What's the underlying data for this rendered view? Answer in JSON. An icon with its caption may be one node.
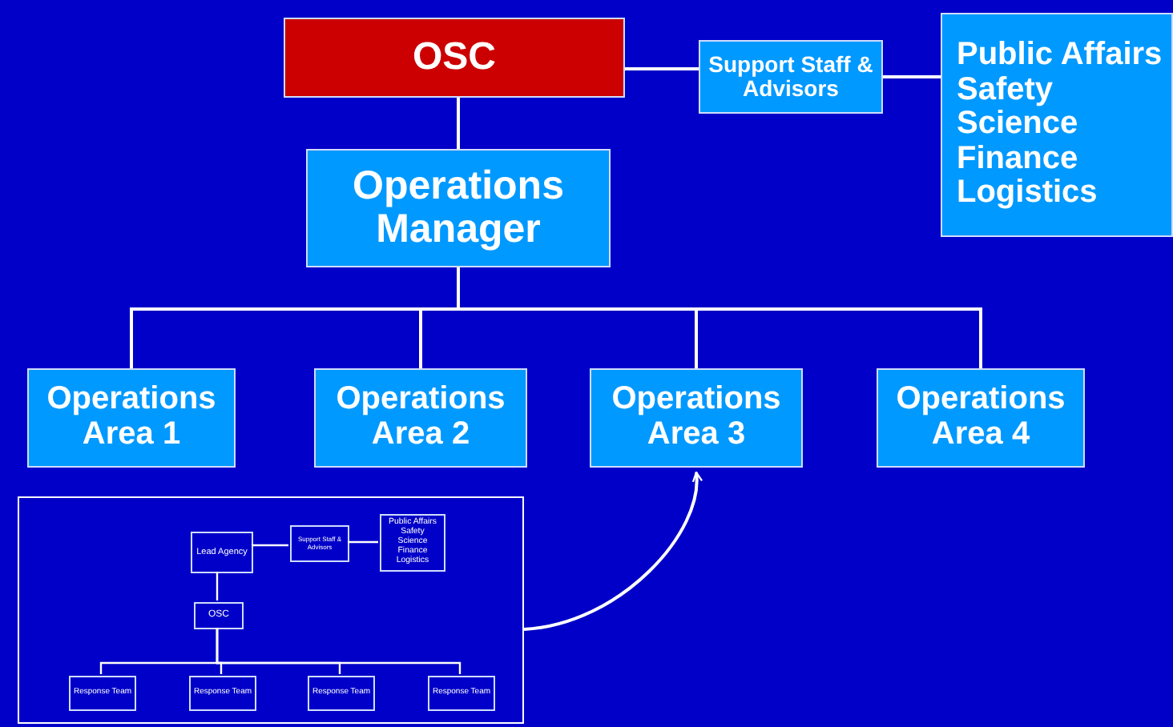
{
  "diagram": {
    "nodes": [
      {
        "text": [
          "OSC"
        ]
      },
      {
        "text": [
          "Support Staff & Advisors"
        ]
      },
      {
        "text": [
          "Public Affairs",
          "Safety",
          "Science",
          "Finance",
          "Logistics"
        ]
      },
      {
        "text": [
          "Operations Manager"
        ]
      },
      {
        "text": [
          "Operations Area 1"
        ]
      },
      {
        "text": [
          "Operations Area 2"
        ]
      },
      {
        "text": [
          "Operations Area 3"
        ]
      },
      {
        "text": [
          "Operations Area 4"
        ]
      },
      {
        "text": [],
        "shape": "box"
      },
      {
        "text": [
          "Lead Agency"
        ],
        "in": 8
      },
      {
        "text": [
          "Support Staff & Advisors"
        ],
        "in": 8
      },
      {
        "text": [
          "Public Affairs",
          "Safety",
          "Science",
          "Finance",
          "Logistics"
        ],
        "in": 8
      },
      {
        "text": [
          "OSC"
        ],
        "in": 8
      },
      {
        "text": [
          "Response Team"
        ],
        "in": 8
      },
      {
        "text": [
          "Response Team"
        ],
        "in": 8
      },
      {
        "text": [
          "Response Team"
        ],
        "in": 8
      },
      {
        "text": [
          "Response Team"
        ],
        "in": 8
      }
    ],
    "edges": [
      {
        "from": 0,
        "to": 1,
        "arrow": "none"
      },
      {
        "from": 1,
        "to": 2,
        "arrow": "none"
      },
      {
        "from": 0,
        "to": 3,
        "arrow": "none"
      },
      {
        "from": 3,
        "to": 4,
        "arrow": "none"
      },
      {
        "from": 3,
        "to": 5,
        "arrow": "none"
      },
      {
        "from": 3,
        "to": 6,
        "arrow": "none"
      },
      {
        "from": 3,
        "to": 7,
        "arrow": "none"
      },
      {
        "from": 8,
        "to": 6,
        "arrow": "to"
      },
      {
        "from": 9,
        "to": 10,
        "arrow": "none"
      },
      {
        "from": 10,
        "to": 11,
        "arrow": "none"
      },
      {
        "from": 9,
        "to": 12,
        "arrow": "none"
      },
      {
        "from": 12,
        "to": 13,
        "arrow": "none"
      },
      {
        "from": 12,
        "to": 14,
        "arrow": "none"
      },
      {
        "from": 12,
        "to": 15,
        "arrow": "none"
      },
      {
        "from": 12,
        "to": 16,
        "arrow": "none"
      }
    ]
  }
}
